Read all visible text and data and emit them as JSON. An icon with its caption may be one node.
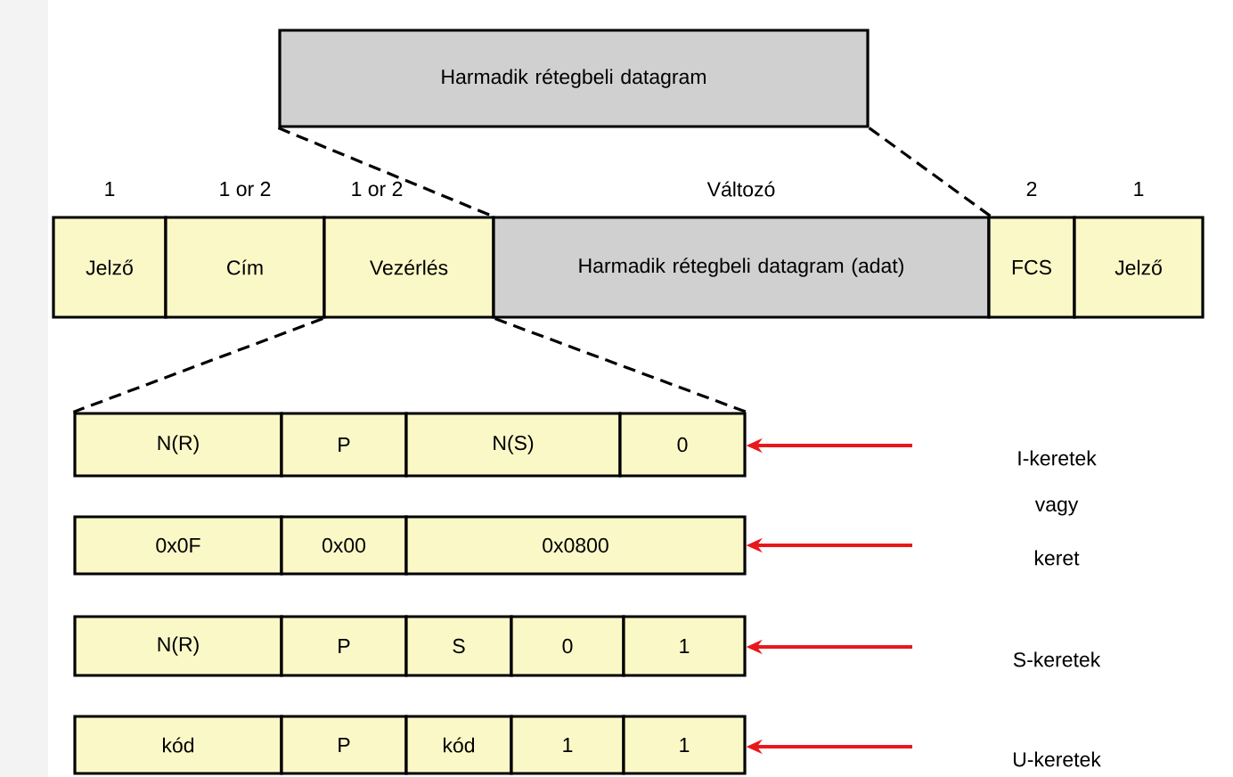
{
  "diagram": {
    "nodes": [
      {
        "text": [
          "Harmadik rétegbeli datagram"
        ]
      },
      {
        "text": [
          "Jelző"
        ],
        "beside": [
          "1"
        ]
      },
      {
        "text": [
          "Cím"
        ],
        "beside": [
          "1 or 2"
        ]
      },
      {
        "text": [
          "Vezérlés"
        ],
        "beside": [
          "1 or 2"
        ]
      },
      {
        "text": [
          "Harmadik rétegbeli datagram (adat)"
        ],
        "beside": [
          "Változó"
        ]
      },
      {
        "text": [
          "FCS"
        ],
        "beside": [
          "2"
        ]
      },
      {
        "text": [
          "Jelző"
        ],
        "beside": [
          "1"
        ]
      },
      {
        "text": [
          "N(R)"
        ]
      },
      {
        "text": [
          "P"
        ]
      },
      {
        "text": [
          "N(S)"
        ]
      },
      {
        "text": [
          "0"
        ]
      },
      {
        "text": [
          "0x0F"
        ]
      },
      {
        "text": [
          "0x00"
        ]
      },
      {
        "text": [
          "0x0800"
        ]
      },
      {
        "text": [
          "N(R)"
        ]
      },
      {
        "text": [
          "P"
        ]
      },
      {
        "text": [
          "S"
        ]
      },
      {
        "text": [
          "0"
        ]
      },
      {
        "text": [
          "1"
        ]
      },
      {
        "text": [
          "kód"
        ]
      },
      {
        "text": [
          "P"
        ]
      },
      {
        "text": [
          "kód"
        ]
      },
      {
        "text": [
          "1"
        ]
      },
      {
        "text": [
          "1"
        ]
      }
    ],
    "edges": [
      {
        "from": 0,
        "to": 4,
        "arrow": "none",
        "style": "dashed"
      },
      {
        "from": 0,
        "to": 4,
        "arrow": "none",
        "style": "dashed"
      },
      {
        "from": 3,
        "to": 7,
        "arrow": "none",
        "style": "dashed"
      },
      {
        "from": 3,
        "to": 10,
        "arrow": "none",
        "style": "dashed"
      },
      {
        "from": null,
        "to": 10,
        "arrow": "to",
        "color": "#e8191c"
      },
      {
        "from": null,
        "to": 13,
        "arrow": "to",
        "color": "#e8191c"
      },
      {
        "from": null,
        "to": 18,
        "arrow": "to",
        "color": "#e8191c"
      },
      {
        "from": null,
        "to": 23,
        "arrow": "to",
        "color": "#e8191c"
      }
    ],
    "labels": [
      "I-keretek",
      "vagy",
      "keret",
      "S-keretek",
      "U-keretek"
    ]
  }
}
